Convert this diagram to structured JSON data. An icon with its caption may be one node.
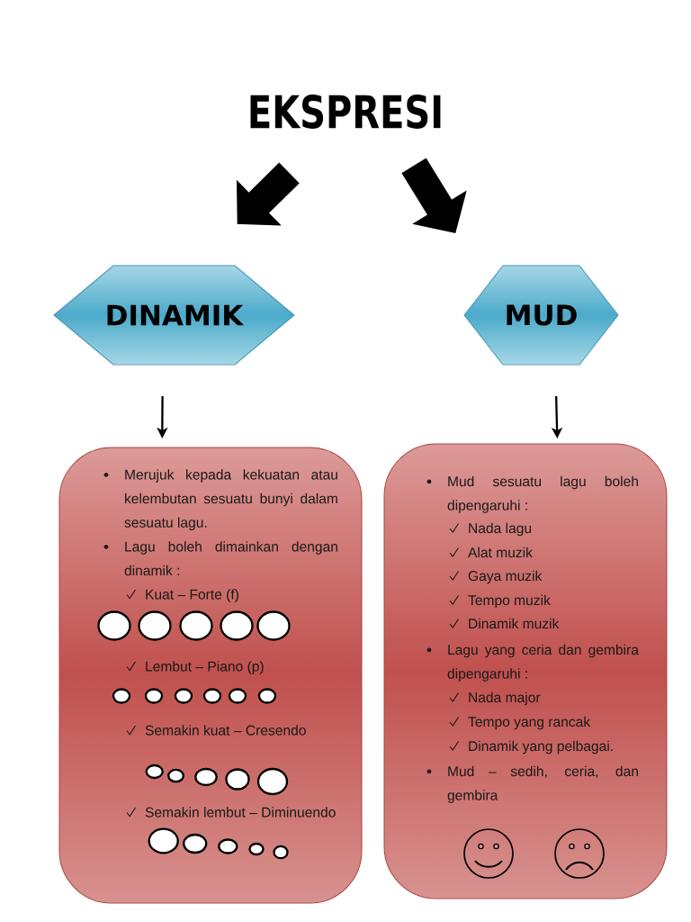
{
  "diagram": {
    "nodes": [
      {
        "text": [
          "EKSPRESI"
        ]
      },
      {
        "text": [
          "DINAMIK"
        ]
      },
      {
        "text": [
          "MUD"
        ]
      },
      {
        "text": [
          "Merujuk kepada kekuatan atau kelembutan sesuatu bunyi dalam sesuatu lagu.",
          "Lagu boleh dimainkan dengan dinamik :",
          "Kuat – Forte (f)",
          "Lembut – Piano (p)",
          "Semakin kuat – Cresendo",
          "Semakin lembut – Diminuendo"
        ]
      },
      {
        "text": [
          "Mud sesuatu lagu boleh dipengaruhi :",
          "Nada lagu",
          "Alat muzik",
          "Gaya muzik",
          "Tempo muzik",
          "Dinamik muzik",
          "Lagu yang ceria dan gembira dipengaruhi :",
          "Nada major",
          "Tempo yang rancak",
          "Dinamik yang pelbagai.",
          "Mud – sedih, ceria, dan gembira"
        ]
      }
    ],
    "edges": [
      {
        "from": 0,
        "to": 1,
        "arrow": "to",
        "style": "thick"
      },
      {
        "from": 0,
        "to": 2,
        "arrow": "to",
        "style": "thick"
      },
      {
        "from": 1,
        "to": 3,
        "arrow": "to"
      },
      {
        "from": 2,
        "to": 4,
        "arrow": "to"
      }
    ]
  }
}
